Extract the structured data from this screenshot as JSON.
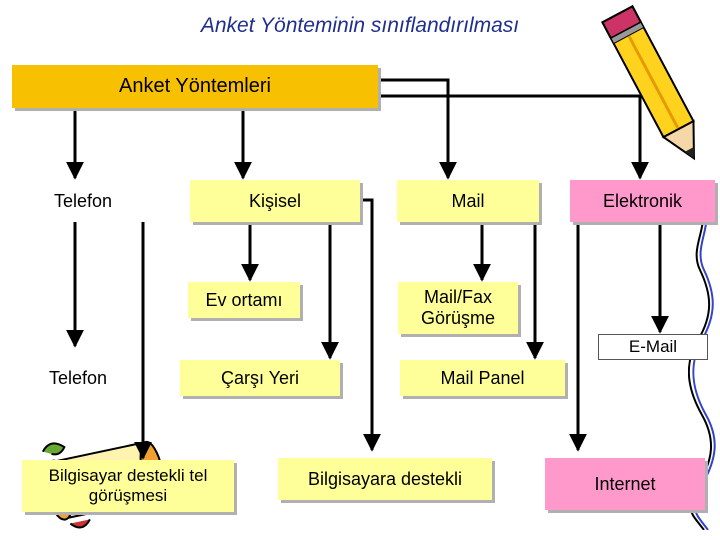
{
  "title": "Anket Yönteminin sınıflandırılması",
  "nodes": {
    "root": "Anket Yöntemleri",
    "telefon_top": "Telefon",
    "kisisel": "Kişisel",
    "mail": "Mail",
    "elektronik": "Elektronik",
    "ev_ortami": "Ev ortamı",
    "mail_fax": "Mail/Fax Görüşme",
    "email": "E-Mail",
    "telefon_bottom": "Telefon",
    "carsi_yeri": "Çarşı Yeri",
    "mail_panel": "Mail Panel",
    "bilgisayar_tel": "Bilgisayar destekli tel görüşmesi",
    "bilgisayara_destekli": "Bilgisayara destekli",
    "internet": "Internet"
  },
  "colors": {
    "title": "#1f2f8f",
    "root_fill": "#f7c000",
    "yellow_fill": "#ffff99",
    "pink_fill": "#ff99cc",
    "connector": "#000000"
  }
}
